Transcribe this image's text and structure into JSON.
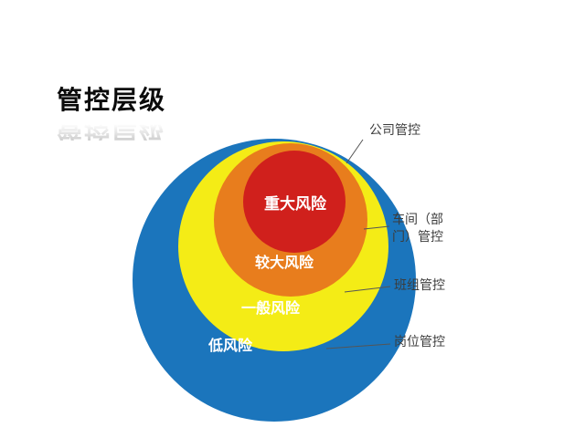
{
  "title": "管控层级",
  "diagram": {
    "rings": [
      {
        "id": "low-risk",
        "label": "低风险",
        "color": "#1b75bc"
      },
      {
        "id": "general-risk",
        "label": "一般风险",
        "color": "#f4ec16"
      },
      {
        "id": "larger-risk",
        "label": "较大风险",
        "color": "#e87d1d"
      },
      {
        "id": "critical-risk",
        "label": "重大风险",
        "color": "#d0201c"
      }
    ],
    "annotations": [
      {
        "id": "company-control",
        "lines": [
          "公司管控"
        ]
      },
      {
        "id": "workshop-control",
        "lines": [
          "车间（部",
          "门）管控"
        ]
      },
      {
        "id": "team-control",
        "lines": [
          "班组管控"
        ]
      },
      {
        "id": "post-control",
        "lines": [
          "岗位管控"
        ]
      }
    ],
    "line_color": "#555555"
  }
}
